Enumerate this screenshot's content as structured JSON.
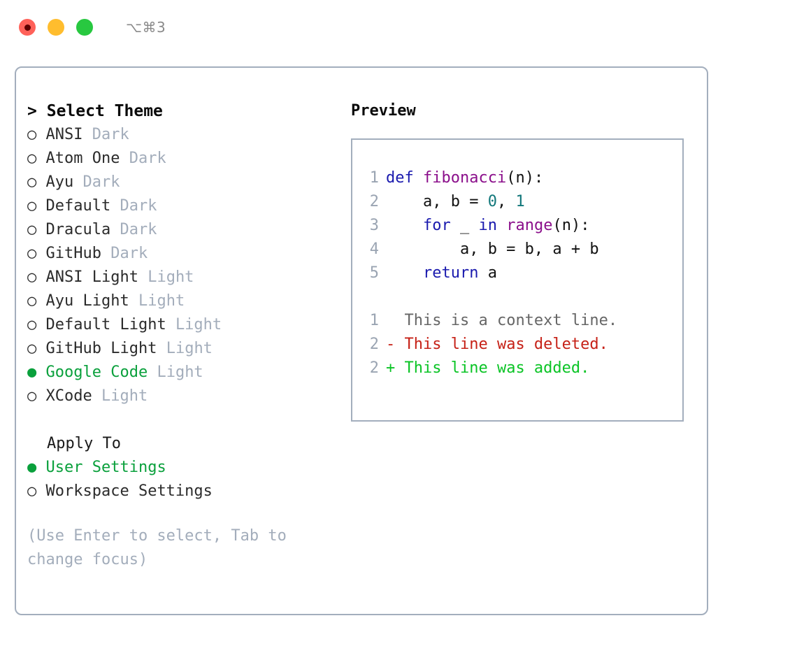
{
  "titlebar": {
    "dots": [
      {
        "name": "close-button",
        "color": "#ff6159",
        "recording": true
      },
      {
        "name": "minimize-button",
        "color": "#ffbd2e",
        "recording": false
      },
      {
        "name": "maximize-button",
        "color": "#28c840",
        "recording": false
      }
    ],
    "shortcut": "⌥⌘3"
  },
  "theme_picker": {
    "header_marker": ">",
    "header": "Select Theme",
    "items": [
      {
        "marker": "○",
        "name": "ANSI",
        "variant": "Dark",
        "selected": false
      },
      {
        "marker": "○",
        "name": "Atom One",
        "variant": "Dark",
        "selected": false
      },
      {
        "marker": "○",
        "name": "Ayu",
        "variant": "Dark",
        "selected": false
      },
      {
        "marker": "○",
        "name": "Default",
        "variant": "Dark",
        "selected": false
      },
      {
        "marker": "○",
        "name": "Dracula",
        "variant": "Dark",
        "selected": false
      },
      {
        "marker": "○",
        "name": "GitHub",
        "variant": "Dark",
        "selected": false
      },
      {
        "marker": "○",
        "name": "ANSI Light",
        "variant": "Light",
        "selected": false
      },
      {
        "marker": "○",
        "name": "Ayu Light",
        "variant": "Light",
        "selected": false
      },
      {
        "marker": "○",
        "name": "Default Light",
        "variant": "Light",
        "selected": false
      },
      {
        "marker": "○",
        "name": "GitHub Light",
        "variant": "Light",
        "selected": false
      },
      {
        "marker": "●",
        "name": "Google Code",
        "variant": "Light",
        "selected": true
      },
      {
        "marker": "○",
        "name": "XCode",
        "variant": "Light",
        "selected": false
      }
    ]
  },
  "apply_to": {
    "label": "Apply To",
    "options": [
      {
        "marker": "●",
        "name": "User Settings",
        "selected": true
      },
      {
        "marker": "○",
        "name": "Workspace Settings",
        "selected": false
      }
    ]
  },
  "hint": "(Use Enter to select, Tab to change focus)",
  "preview": {
    "title": "Preview",
    "code_lines": [
      {
        "no": "1",
        "tokens": [
          {
            "t": "def ",
            "c": "kw"
          },
          {
            "t": "fibonacci",
            "c": "fn"
          },
          {
            "t": "(n):",
            "c": "pln"
          }
        ]
      },
      {
        "no": "2",
        "tokens": [
          {
            "t": "    a, b = ",
            "c": "pln"
          },
          {
            "t": "0",
            "c": "num"
          },
          {
            "t": ", ",
            "c": "pln"
          },
          {
            "t": "1",
            "c": "num"
          }
        ]
      },
      {
        "no": "3",
        "tokens": [
          {
            "t": "    ",
            "c": "pln"
          },
          {
            "t": "for",
            "c": "kw"
          },
          {
            "t": " _ ",
            "c": "pln"
          },
          {
            "t": "in",
            "c": "kw"
          },
          {
            "t": " ",
            "c": "pln"
          },
          {
            "t": "range",
            "c": "fn"
          },
          {
            "t": "(n):",
            "c": "pln"
          }
        ]
      },
      {
        "no": "4",
        "tokens": [
          {
            "t": "        a, b = b, a + b",
            "c": "pln"
          }
        ]
      },
      {
        "no": "5",
        "tokens": [
          {
            "t": "    ",
            "c": "pln"
          },
          {
            "t": "return",
            "c": "kw"
          },
          {
            "t": " a",
            "c": "pln"
          }
        ]
      }
    ],
    "diff_lines": [
      {
        "no": "1",
        "sign": "  ",
        "text": "This is a context line.",
        "c": "ctx"
      },
      {
        "no": "2",
        "sign": "- ",
        "text": "This line was deleted.",
        "c": "del"
      },
      {
        "no": "2",
        "sign": "+ ",
        "text": "This line was added.",
        "c": "add"
      }
    ]
  },
  "colors": {
    "accent_green": "#0aa03c",
    "muted": "#a3adbb",
    "border": "#a3aebd",
    "keyword": "#1a1aae",
    "function": "#8b0f8b",
    "number": "#11777a",
    "diff_add": "#0ac425",
    "diff_del": "#c62117",
    "line_number": "#9aa4b2"
  }
}
